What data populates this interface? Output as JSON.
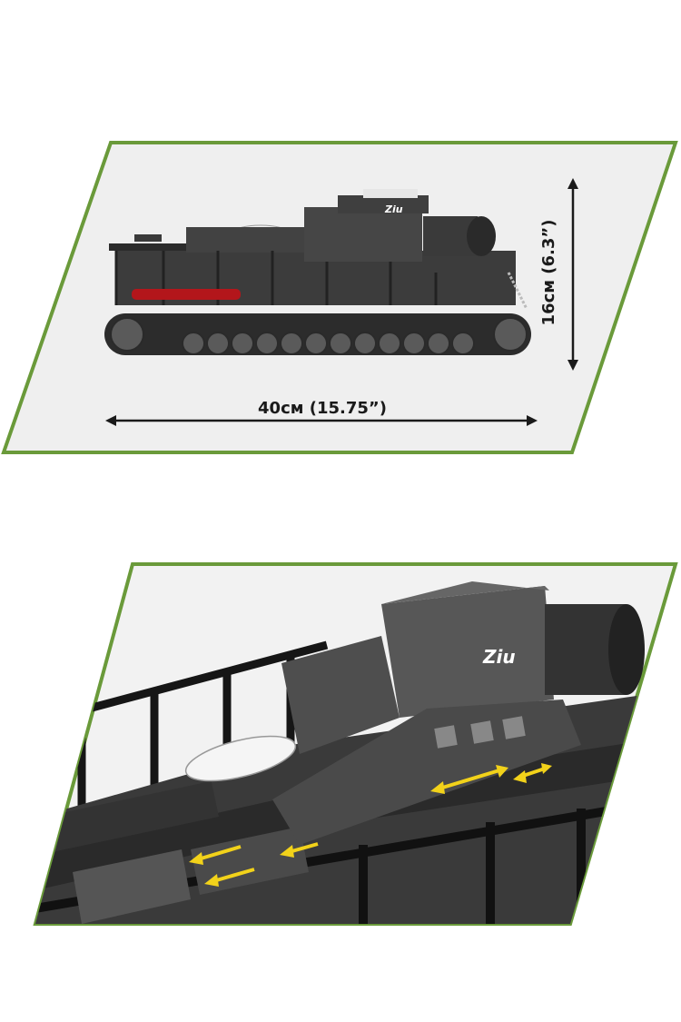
{
  "top_panel": {
    "width_label": "40см (15.75”)",
    "height_label": "16см (6.3”)",
    "model_marking": "Ziu",
    "frame_color": "#6a9a3a",
    "background_color": "#efefef"
  },
  "bottom_panel": {
    "model_marking": "Ziu",
    "frame_color": "#6a9a3a",
    "arrow_color": "#f2d21a"
  }
}
